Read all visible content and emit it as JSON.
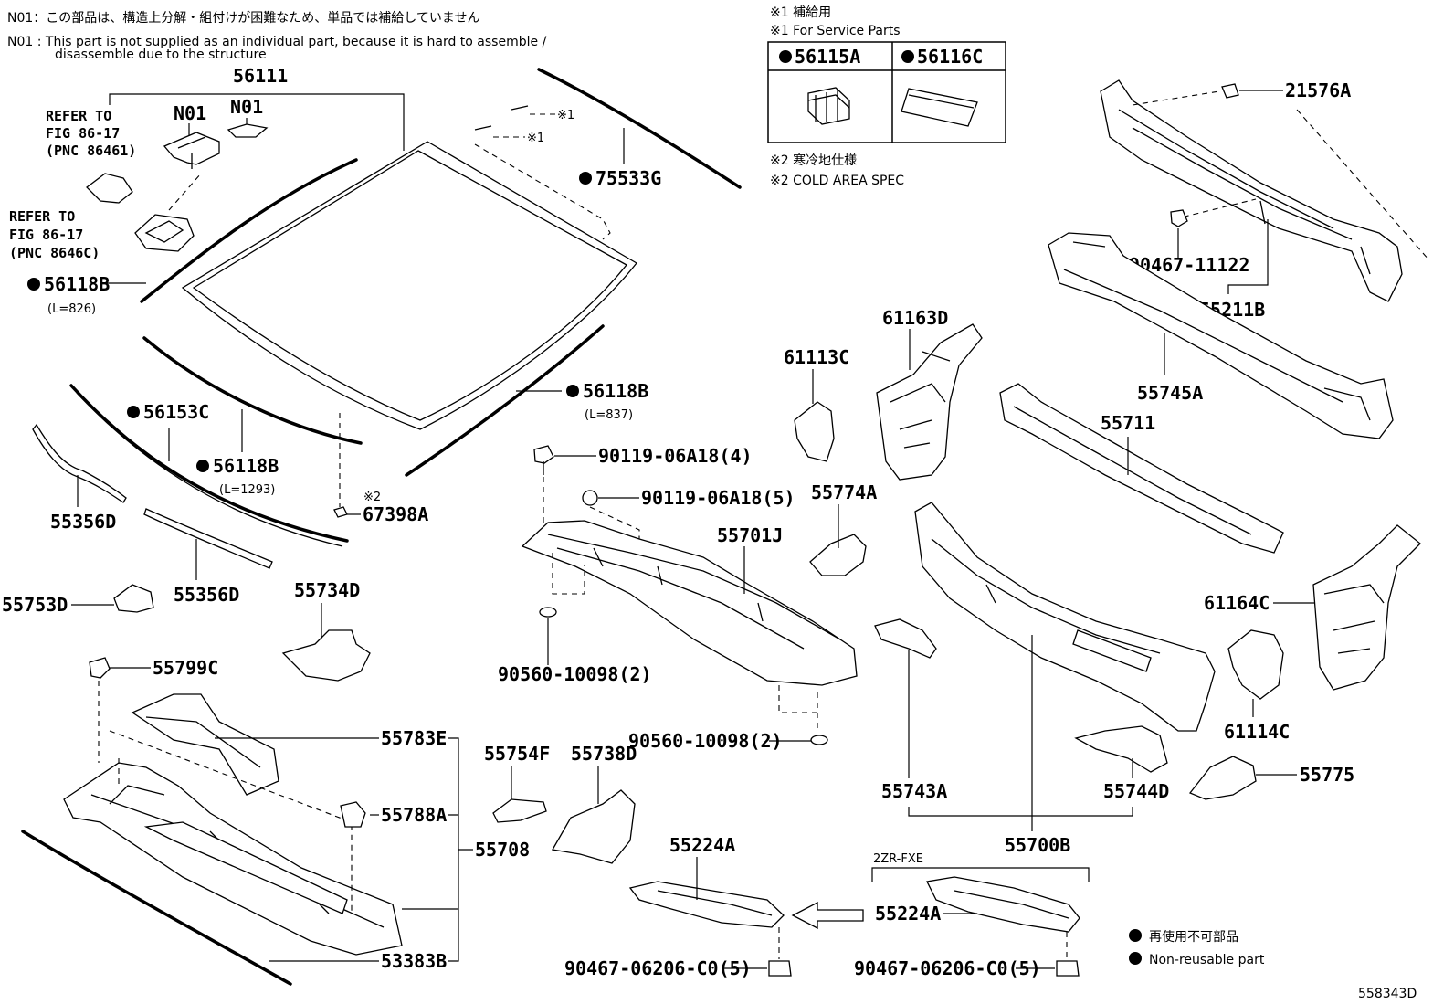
{
  "notes": {
    "n01_jp": "N01：この部品は、構造上分解・組付けが困難なため、単品では補給していません",
    "n01_en_1": "N01 : This part is not supplied as an individual part, because it is hard to assemble /",
    "n01_en_2": "disassemble due to the structure",
    "s1_jp": "※1 補給用",
    "s1_en": "※1 For Service Parts",
    "s2_jp": "※2 寒冷地仕様",
    "s2_en": "※2 COLD AREA SPEC"
  },
  "service_box": {
    "left": "56115A",
    "right": "56116C"
  },
  "refer": {
    "a_1": "REFER TO",
    "a_2": "FIG 86-17",
    "a_3": "(PNC 86461)",
    "b_1": "REFER TO",
    "b_2": "FIG 86-17",
    "b_3": "(PNC 8646C)"
  },
  "labels": {
    "p56111": "56111",
    "n01a": "N01",
    "n01b": "N01",
    "x1a": "※1",
    "x1b": "※1",
    "p75533G": "75533G",
    "p56118B_a": "56118B",
    "p56118B_a_len": "(L=826)",
    "p56118B_b": "56118B",
    "p56118B_b_len": "(L=837)",
    "p56118B_c": "56118B",
    "p56118B_c_len": "(L=1293)",
    "p56153C": "56153C",
    "x2": "※2",
    "p67398A": "67398A",
    "p55356D_a": "55356D",
    "p55356D_b": "55356D",
    "p55753D": "55753D",
    "p55734D": "55734D",
    "p55799C": "55799C",
    "p55783E": "55783E",
    "p55788A": "55788A",
    "p55708": "55708",
    "p53383B": "53383B",
    "p55754F": "55754F",
    "p55738D": "55738D",
    "b90119_4": "90119-06A18(4)",
    "b90119_5": "90119-06A18(5)",
    "p55701J": "55701J",
    "w90560_a": "90560-10098(2)",
    "w90560_b": "90560-10098(2)",
    "p55224A_a": "55224A",
    "p55224A_b": "55224A",
    "engine": "2ZR-FXE",
    "c90467_a": "90467-06206-C0(5)",
    "c90467_b": "90467-06206-C0(5)",
    "p21576A": "21576A",
    "c90467_11122": "90467-11122",
    "p55211B": "55211B",
    "p55745A": "55745A",
    "p55711": "55711",
    "p61163D": "61163D",
    "p61113C": "61113C",
    "p55774A": "55774A",
    "p61164C": "61164C",
    "p61114C": "61114C",
    "p55775": "55775",
    "p55744D": "55744D",
    "p55743A": "55743A",
    "p55700B": "55700B"
  },
  "legend": {
    "jp": "再使用不可部品",
    "en": "Non-reusable part"
  },
  "figure_id": "558343D"
}
